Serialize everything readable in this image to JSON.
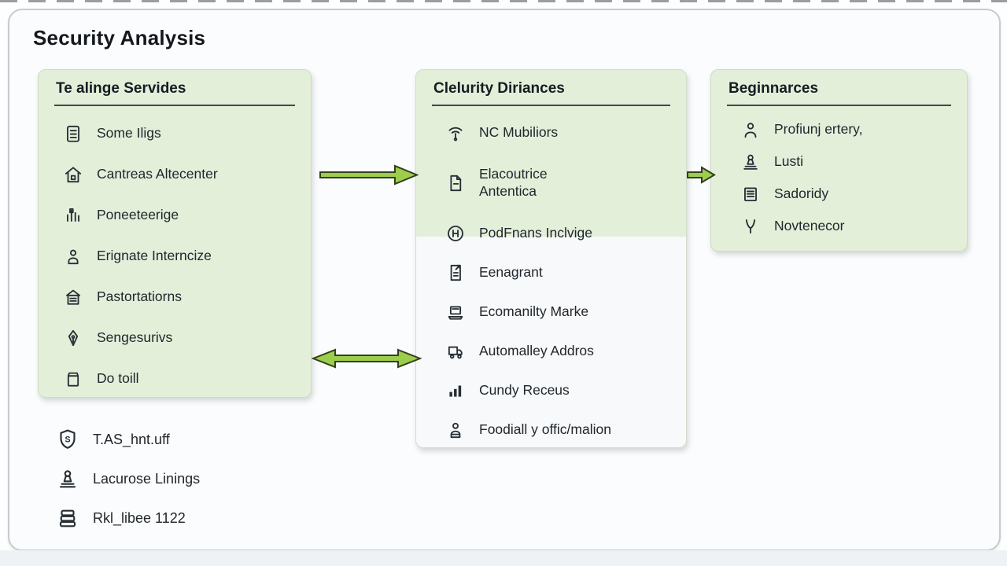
{
  "title": "Security Analysis",
  "colors": {
    "panel_green": "#e4efda",
    "panel_lower_white": "#f7f9fa",
    "arrow_fill": "#9ccd4b",
    "arrow_outline": "#333f1d",
    "card_border": "#c7cace",
    "text": "#20272d"
  },
  "panels": [
    {
      "id": "left",
      "header": "Te alinge Servides",
      "items": [
        {
          "icon": "clipboard-list-icon",
          "label": "Some Iligs"
        },
        {
          "icon": "home-icon",
          "label": "Cantreas Altecenter"
        },
        {
          "icon": "chart-pins-icon",
          "label": "Poneeteerige"
        },
        {
          "icon": "user-badge-icon",
          "label": "Erignate Interncize"
        },
        {
          "icon": "storefront-icon",
          "label": "Pastortatiorns"
        },
        {
          "icon": "pen-nib-icon",
          "label": "Sengesurivs"
        },
        {
          "icon": "bin-icon",
          "label": "Do toill"
        }
      ]
    },
    {
      "id": "middle",
      "header": "Clelurity Diriances",
      "items": [
        {
          "icon": "wifi-pin-icon",
          "label": "NC Mubiliors"
        },
        {
          "icon": "document-icon",
          "label": "Elacoutrice\nAntentica"
        },
        {
          "icon": "circle-h-icon",
          "label": "PodFnans Inclvige"
        },
        {
          "icon": "doc-export-icon",
          "label": "Eenagrant"
        },
        {
          "icon": "laptop-icon",
          "label": "Ecomanilty Marke"
        },
        {
          "icon": "truck-icon",
          "label": "Automalley Addros"
        },
        {
          "icon": "bars-icon",
          "label": "Cundy Receus"
        },
        {
          "icon": "person-lines-icon",
          "label": "Foodiall y offic/malion"
        }
      ]
    },
    {
      "id": "right",
      "header": "Beginnarces",
      "items": [
        {
          "icon": "person-icon",
          "label": "Profiunj ertery,"
        },
        {
          "icon": "stamp-icon",
          "label": "Lusti"
        },
        {
          "icon": "lined-doc-icon",
          "label": "Sadoridy"
        },
        {
          "icon": "wishbone-icon",
          "label": "Novtenecor"
        }
      ]
    }
  ],
  "legend_items": [
    {
      "icon": "shield-s-icon",
      "label": "T.AS_hnt.uff"
    },
    {
      "icon": "stamp-icon",
      "label": "Lacurose Linings"
    },
    {
      "icon": "drawers-icon",
      "label": "Rkl_libee 1122"
    }
  ],
  "arrows": [
    {
      "name": "arrow-left-to-middle",
      "direction": "right"
    },
    {
      "name": "arrow-left-middle-bidirectional",
      "direction": "both"
    },
    {
      "name": "arrow-middle-to-right",
      "direction": "right"
    }
  ]
}
